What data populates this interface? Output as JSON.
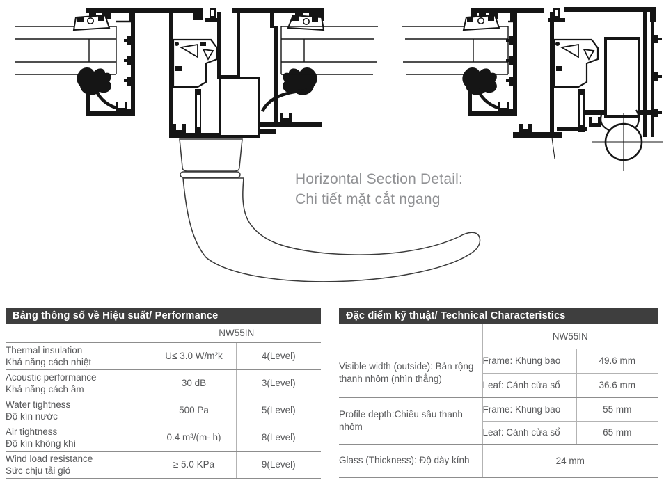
{
  "drawing": {
    "caption_line1": "Horizontal Section Detail:",
    "caption_line2": "Chi tiết mặt cắt ngang"
  },
  "performance_table": {
    "title": "Bảng thông số về Hiệu suất/ Performance",
    "product": "NW55IN",
    "rows": [
      {
        "label_en": "Thermal insulation",
        "label_vi": "Khả năng cách nhiệt",
        "value": "U≤ 3.0 W/m²k",
        "level": "4(Level)"
      },
      {
        "label_en": "Acoustic performance",
        "label_vi": "Khả năng cách âm",
        "value": "30 dB",
        "level": "3(Level)"
      },
      {
        "label_en": "Water tightness",
        "label_vi": "Độ kín nước",
        "value": "500 Pa",
        "level": "5(Level)"
      },
      {
        "label_en": "Air tightness",
        "label_vi": "Độ kín không khí",
        "value": "0.4 m³/(m- h)",
        "level": "8(Level)"
      },
      {
        "label_en": "Wind load resistance",
        "label_vi": "Sức chịu tải gió",
        "value": "≥ 5.0 KPa",
        "level": "9(Level)"
      }
    ]
  },
  "technical_table": {
    "title": "Đặc điểm kỹ thuật/ Technical Characteristics",
    "product": "NW55IN",
    "groups": [
      {
        "label": "Visible width (outside): Bản rộng thanh nhôm (nhìn thẳng)",
        "sub": [
          {
            "part": "Frame: Khung bao",
            "value": "49.6 mm"
          },
          {
            "part": "Leaf: Cánh cửa sổ",
            "value": "36.6 mm"
          }
        ]
      },
      {
        "label": "Profile depth:",
        "label2": "Chiều sâu thanh nhôm",
        "sub": [
          {
            "part": "Frame: Khung bao",
            "value": "55 mm"
          },
          {
            "part": "Leaf: Cánh cửa sổ",
            "value": "65 mm"
          }
        ]
      }
    ],
    "glass_row": {
      "label": "Glass (Thickness): Độ dày kính",
      "value": "24 mm"
    }
  },
  "colors": {
    "header_bg": "#3e3e3e",
    "header_text": "#ffffff",
    "body_text": "#57585a",
    "caption_text": "#8f9093",
    "table_line": "#8d8d8d",
    "drawing_line": "#151515"
  }
}
